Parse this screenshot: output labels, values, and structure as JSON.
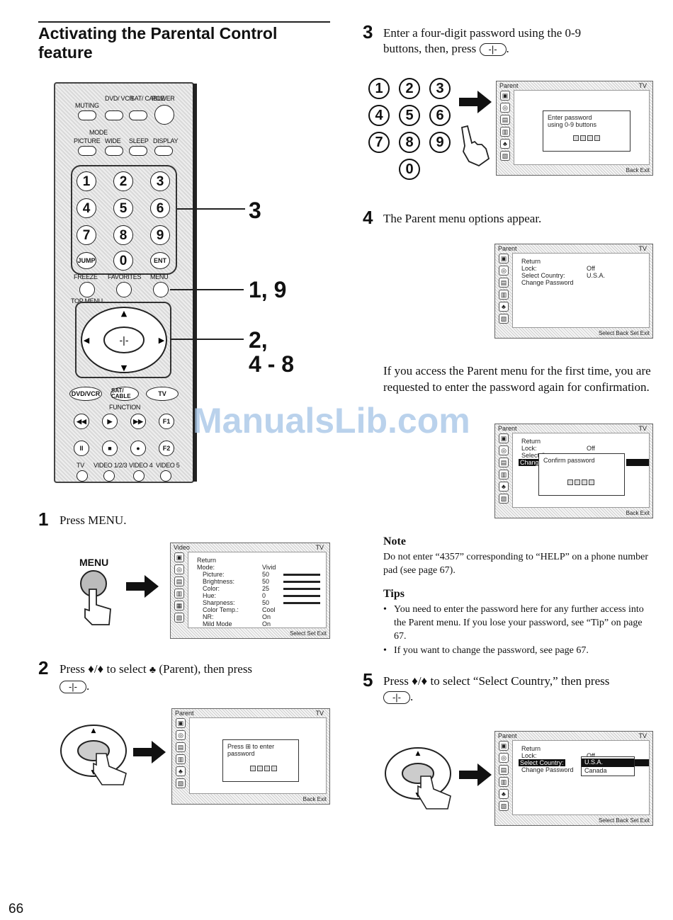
{
  "title": "Activating the Parental Control feature",
  "remote": {
    "labels": [
      "MUTING",
      "DVD/ VCR",
      "SAT/ CABLE",
      "POWER",
      "MODE",
      "PICTURE",
      "WIDE",
      "SLEEP",
      "DISPLAY",
      "JUMP",
      "ENT",
      "FREEZE",
      "FAVORITES",
      "MENU",
      "TOP MENU",
      "DVD/VCR",
      "SAT/ CABLE",
      "TV",
      "FUNCTION",
      "F1",
      "F2",
      "TV",
      "VIDEO 1/2/3",
      "VIDEO 4",
      "VIDEO 5"
    ],
    "digits": [
      "1",
      "2",
      "3",
      "4",
      "5",
      "6",
      "7",
      "8",
      "9",
      "0"
    ]
  },
  "callouts": [
    "3",
    "1, 9",
    "2,",
    "4 - 8"
  ],
  "steps": {
    "s1": {
      "num": "1",
      "text": "Press MENU.",
      "key_label": "MENU"
    },
    "s2": {
      "num": "2",
      "text_a": "Press ",
      "arrows": "♦/♦",
      "text_b": " to select ",
      "text_c": " (Parent), then press"
    },
    "s3": {
      "num": "3",
      "text_a": "Enter a four-digit password using the 0-9",
      "text_b": "buttons, then, press"
    },
    "s4": {
      "num": "4",
      "text": "The Parent menu options appear."
    },
    "s5": {
      "num": "5",
      "text_a": "Press ",
      "arrows": "♦/♦",
      "text_b": " to select “Select Country,” then press"
    }
  },
  "enter_glyph": "-|-",
  "video_screen": {
    "header": "Video",
    "tv": "TV",
    "rows": [
      "Return",
      "Mode:",
      "Picture:",
      "Brightness:",
      "Color:",
      "Hue:",
      "Sharpness:",
      "Color Temp.:",
      "NR:",
      "Mild Mode"
    ],
    "values": [
      "",
      "Vivid",
      "50",
      "50",
      "25",
      "0",
      "50",
      "Cool",
      "On",
      "On"
    ],
    "footer": "Select Set Exit"
  },
  "screen2": {
    "header": "Parent",
    "tv": "TV",
    "dialog_a": "Press ⊞ to enter",
    "dialog_b": "password",
    "footer": "Back Exit"
  },
  "screen3": {
    "header": "Parent",
    "tv": "TV",
    "dialog_a": "Enter password",
    "dialog_b": "using 0-9 buttons",
    "footer": "Back Exit"
  },
  "screen4": {
    "header": "Parent",
    "tv": "TV",
    "rows": [
      "Return",
      "Lock:",
      "Select Country:",
      "Change Password"
    ],
    "values": [
      "",
      "Off",
      "U.S.A.",
      ""
    ],
    "footer": "Select Back Set Exit"
  },
  "confirm_text": "If you access the Parent menu for the first time, you are requested to enter the password again for confirmation.",
  "screen5": {
    "header": "Parent",
    "tv": "TV",
    "rows": [
      "Return",
      "Lock:",
      "Select C",
      "Chang"
    ],
    "lock_val": "Off",
    "dialog": "Confirm password",
    "footer": "Back Exit"
  },
  "note": {
    "heading": "Note",
    "text": "Do not enter “4357” corresponding to “HELP” on a phone number pad (see page 67)."
  },
  "tips": {
    "heading": "Tips",
    "items": [
      "You need to enter the password here for any further access into the Parent menu. If you lose your password, see “Tip” on page 67.",
      "If you want to change the password, see page 67."
    ]
  },
  "screen6": {
    "header": "Parent",
    "tv": "TV",
    "rows": [
      "Return",
      "Lock:",
      "Select Country:",
      "Change Password"
    ],
    "lock_val": "Off",
    "options": [
      "U.S.A.",
      "Canada"
    ],
    "footer": "Select Back Set Exit"
  },
  "watermark": "ManualsLib.com",
  "page_number": "66"
}
